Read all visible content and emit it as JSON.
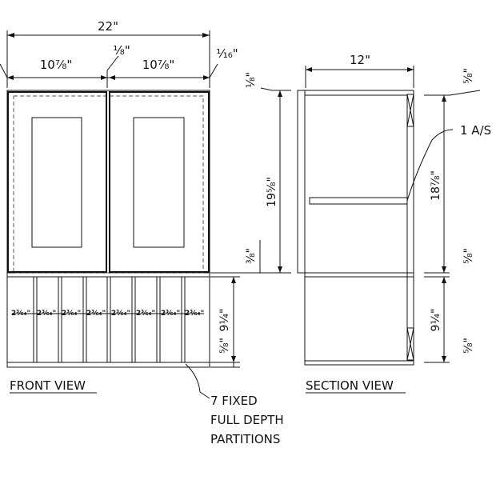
{
  "front_view": {
    "overall_width": "22\"",
    "left_door_width": "10⁷⁄₈\"",
    "right_door_width": "10⁷⁄₈\"",
    "center_gap": "¹⁄₈\"",
    "side_gap": "¹⁄₁₆\"",
    "top_gap": "¹⁄₈\"",
    "door_height": "19⁵⁄₈\"",
    "door_bottom_gap": "³⁄₈\"",
    "lower_height": "9¹⁄₄\"",
    "bottom_rail": "⁵⁄₈\"",
    "partition_spacing": [
      "2³⁄₆₄\"",
      "2³⁄₆₄\"",
      "2³⁄₆₄\"",
      "2³⁄₆₄\"",
      "2³⁄₆₄\"",
      "2³⁄₆₄\"",
      "2³⁄₆₄\"",
      "2³⁄₆₄\""
    ],
    "title": "FRONT VIEW",
    "partition_note": [
      "7 FIXED",
      "FULL DEPTH",
      "PARTITIONS"
    ]
  },
  "section_view": {
    "depth": "12\"",
    "top_thickness": "⁵⁄₈\"",
    "upper_height": "18⁷⁄₈\"",
    "shelf_note": "1 A/S",
    "middle_thickness": "⁵⁄₈\"",
    "lower_height": "9¹⁄₄\"",
    "bottom_thickness": "⁵⁄₈\"",
    "title": "SECTION VIEW"
  }
}
